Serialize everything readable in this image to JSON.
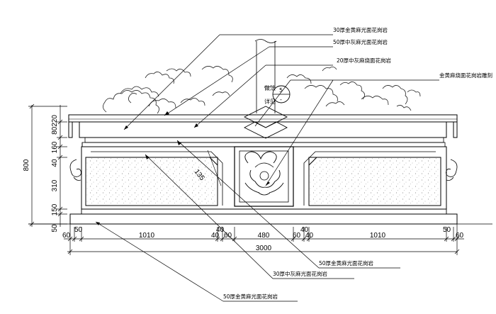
{
  "callouts_top": [
    "30厚金黄麻光面花岗岩",
    "50厚中灰麻光面花岗岩",
    "20厚中灰麻烧面花岗岩"
  ],
  "callout_right": "金黄麻烧面花岗岩雕刻",
  "callouts_bottom": [
    "50厚金黄麻光面花岗岩",
    "30厚中灰麻光面花岗岩",
    "50厚金黄麻光面花岗岩"
  ],
  "detail_mark": {
    "method_label": "做法",
    "method_no": "5",
    "see_label": "详见",
    "see_no": "-"
  },
  "angle_dim": "135",
  "vertical_dims": {
    "total": "800",
    "seg_top": "80220",
    "seg_2": "40",
    "seg_2b": "160",
    "seg_3": "310",
    "seg_4": "150",
    "seg_5": "50"
  },
  "horizontal_dims": {
    "d60_left": "60",
    "d50_left": "50",
    "d1010_left": "1010",
    "d40_a": "40",
    "d40_b": "40",
    "d60_b": "60",
    "d480": "480",
    "d60_c": "60",
    "d40_c": "40",
    "d40_d": "40",
    "d1010_right": "1010",
    "d50_right": "50",
    "d60_right": "60",
    "total": "3000"
  }
}
